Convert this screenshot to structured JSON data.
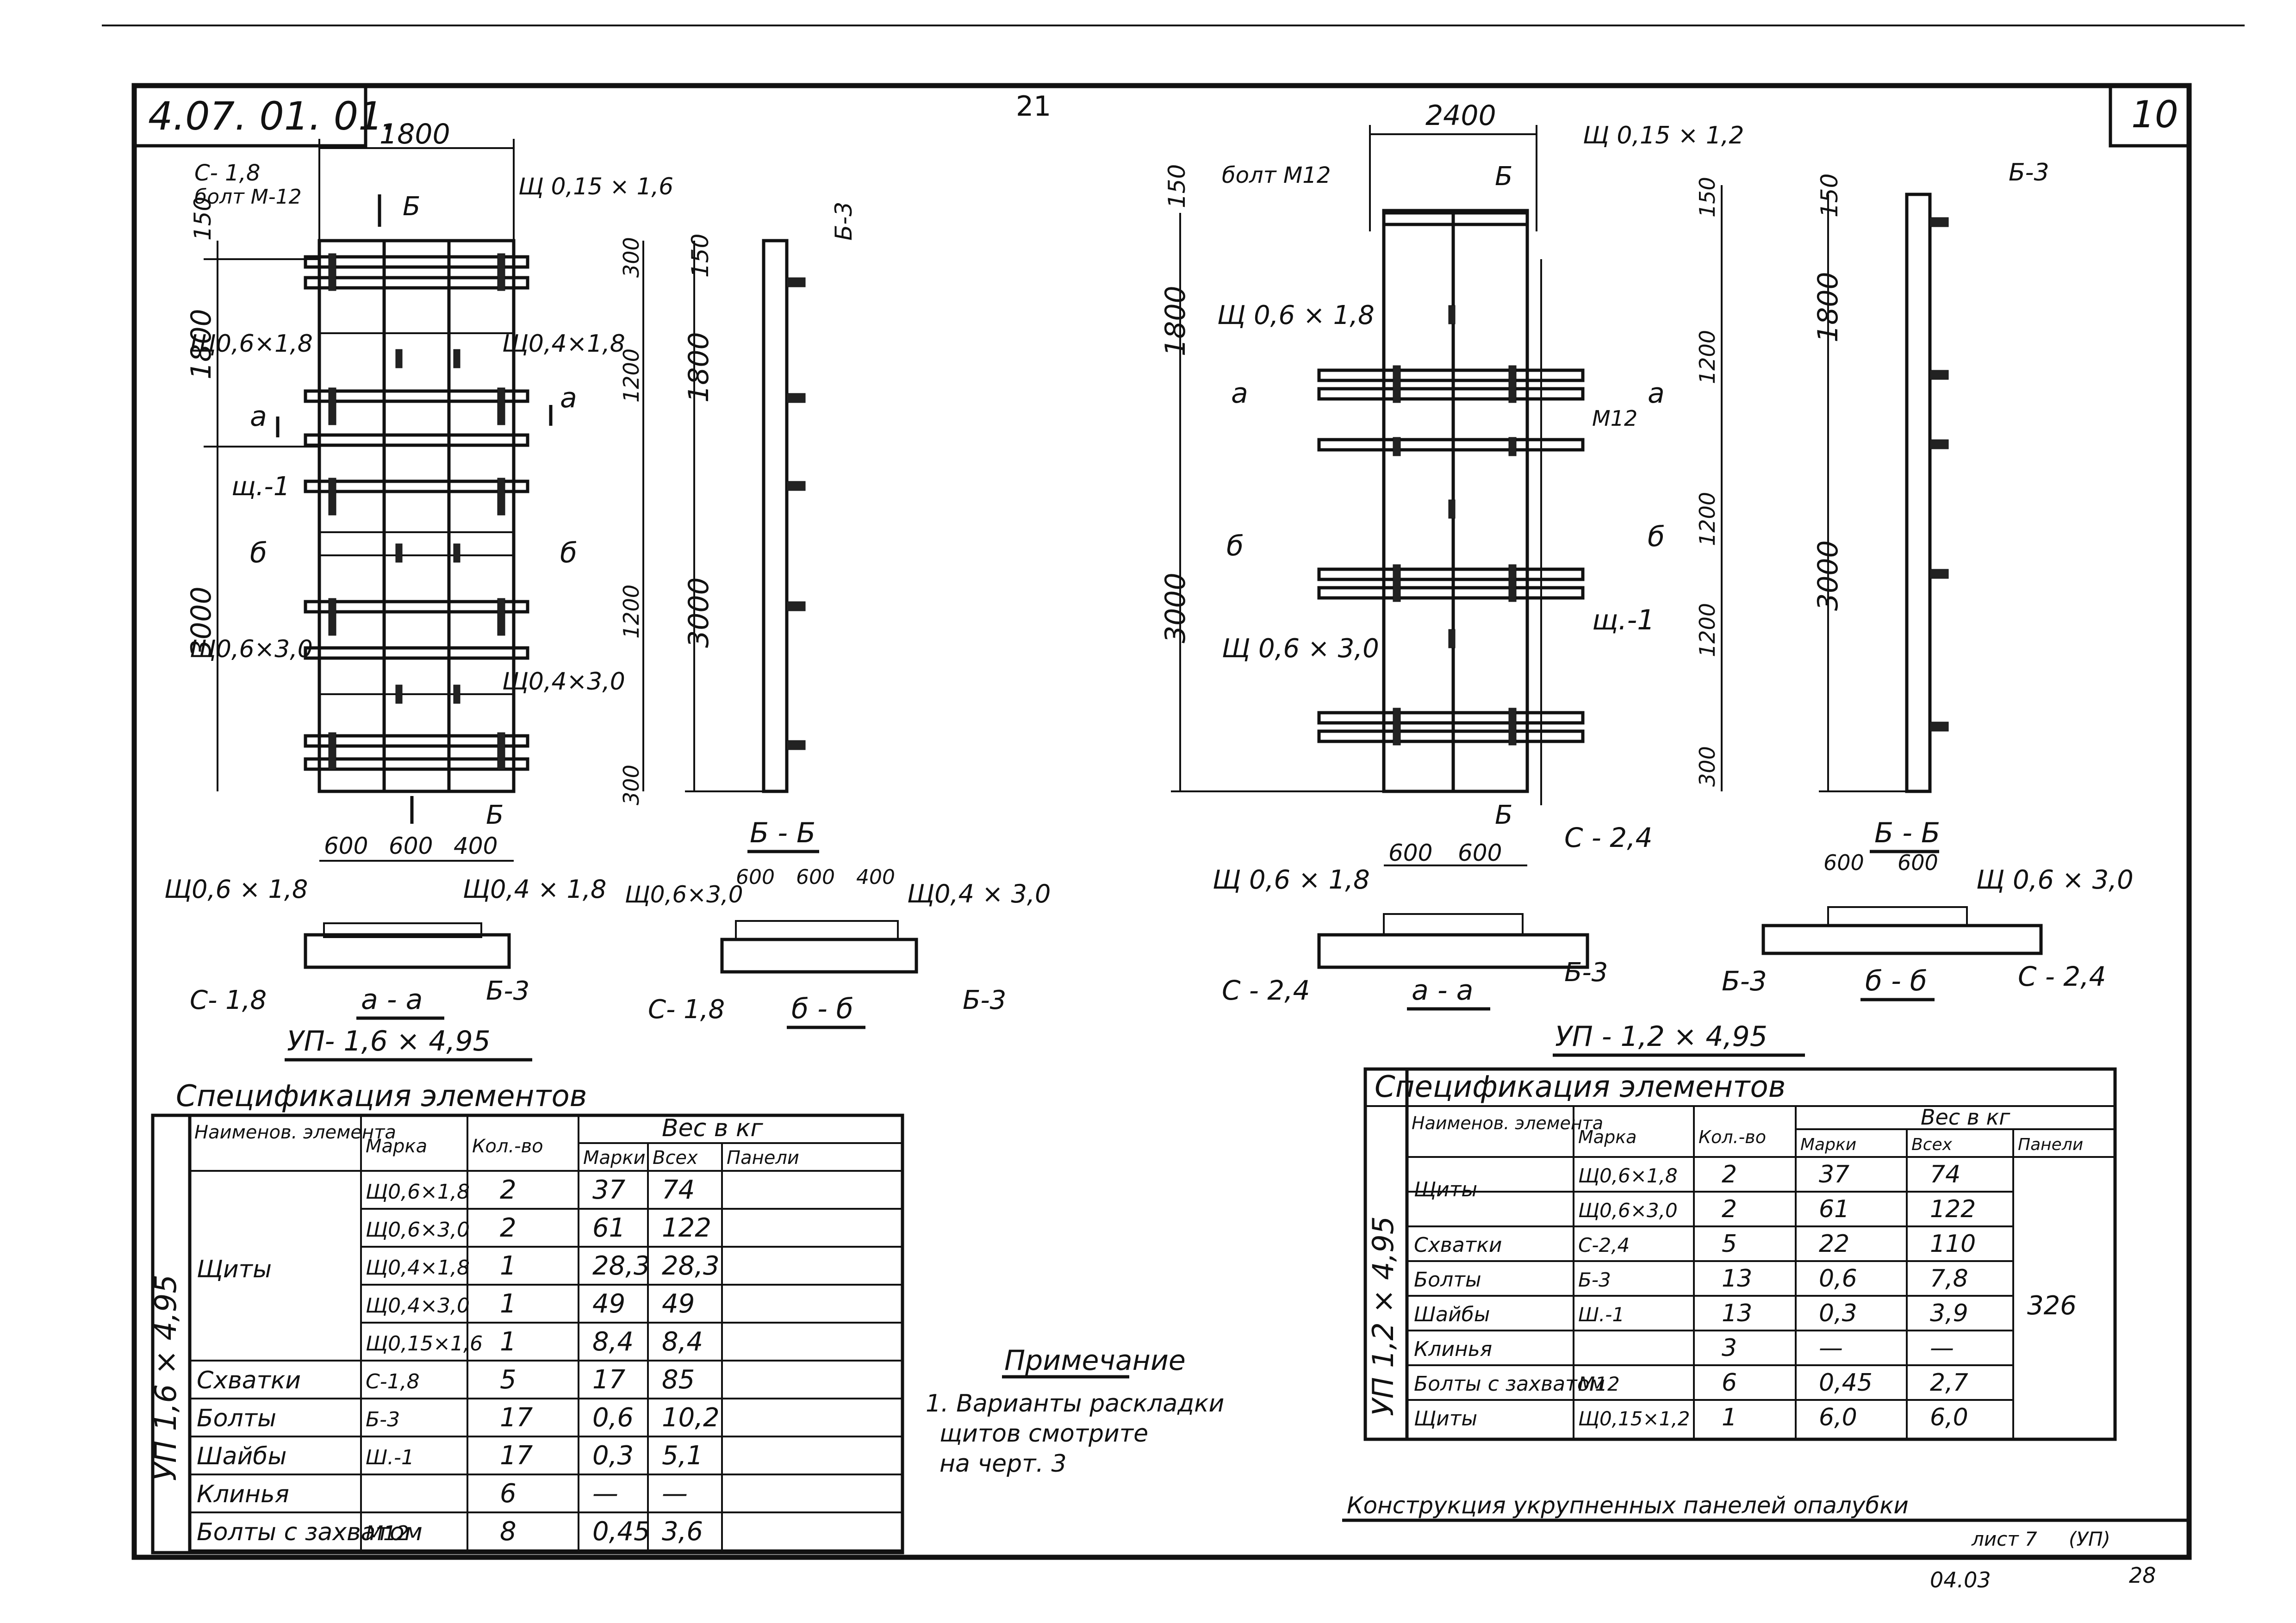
{
  "sheet": {
    "doc_code": "4.07. 01. 01.",
    "page_number": "21",
    "sheet_number": "10",
    "footer_title": "Конструкция укрупненных панелей опалубки",
    "footer_sheet": "лист 7",
    "footer_series": "(УП)",
    "footer_date": "04.03",
    "footer_corner": "28"
  },
  "left_panel": {
    "caption": "УП- 1,6 × 4,95",
    "dims": {
      "width_total": "1800",
      "height_top": "150",
      "height_mid": "1800",
      "height_bot": "3000",
      "pitch": "600",
      "end": "400",
      "side_300": "300",
      "side_1200": "1200",
      "side_300_b": "300"
    },
    "labels": {
      "s18_top": "С- 1,8",
      "bolt": "болт М-12",
      "shield_top": "Щ 0,15 × 1,6",
      "sh06x18": "Щ0,6×1,8",
      "sh04x18": "Щ0,4×1,8",
      "sh1": "щ.-1",
      "sh06x30": "Щ0,6×3,0",
      "sh04x30": "Щ0,4×3,0",
      "cut_a": "а",
      "cut_b": "б",
      "cut_B": "Б",
      "b3": "Б-3"
    }
  },
  "left_sections": {
    "aa_title": "а - а",
    "bb_title": "б - б",
    "side_title": "Б - Б",
    "aa_left": "Щ0,6 × 1,8",
    "aa_right": "Щ0,4 × 1,8",
    "aa_c": "С- 1,8",
    "aa_b": "Б-3",
    "bb_left": "Щ0,6×3,0",
    "bb_right": "Щ0,4 × 3,0",
    "bb_c": "С- 1,8",
    "bb_b": "Б-3",
    "bb_d1": "600",
    "bb_d2": "600",
    "bb_d3": "400",
    "aa_d1": "600",
    "aa_d2": "600",
    "aa_d3": "400"
  },
  "right_panel": {
    "caption": "УП - 1,2 × 4,95",
    "dims": {
      "width_total": "2400",
      "h150": "150",
      "h1800": "1800",
      "h3000": "3000",
      "h1200": "1200",
      "h300": "300",
      "pitch": "600"
    },
    "labels": {
      "bolt": "болт М12",
      "shield_top": "Щ 0,15 × 1,2",
      "sh06x18": "Щ 0,6 × 1,8",
      "sh06x30": "Щ 0,6 × 3,0",
      "sh1": "щ.-1",
      "m12": "М12",
      "b3": "Б-3",
      "c24": "С - 2,4",
      "cut_a": "а",
      "cut_b": "б",
      "cut_B": "Б"
    }
  },
  "right_sections": {
    "aa_title": "а - а",
    "bb_title": "б - б",
    "side_title": "Б - Б",
    "aa_left": "Щ 0,6 × 1,8",
    "aa_c": "С - 2,4",
    "aa_b": "Б-3",
    "bb_right": "Щ 0,6 × 3,0",
    "bb_b": "Б-3",
    "bb_c": "С - 2,4",
    "d1": "600",
    "d2": "600"
  },
  "left_table": {
    "title": "Спецификация элементов",
    "vertical_label": "УП 1,6 × 4,95",
    "headers": {
      "name": "Наименов. элемента",
      "mark": "Марка",
      "qty": "Кол.-во",
      "weight_group": "Вес в кг",
      "per_mark": "Марки",
      "total": "Всех",
      "panel": "Панели"
    },
    "rows": [
      {
        "name": "Щиты",
        "mark": "Щ0,6×1,8",
        "qty": "2",
        "w1": "37",
        "w2": "74",
        "panel": ""
      },
      {
        "name": "",
        "mark": "Щ0,6×3,0",
        "qty": "2",
        "w1": "61",
        "w2": "122",
        "panel": ""
      },
      {
        "name": "",
        "mark": "Щ0,4×1,8",
        "qty": "1",
        "w1": "28,3",
        "w2": "28,3",
        "panel": ""
      },
      {
        "name": "",
        "mark": "Щ0,4×3,0",
        "qty": "1",
        "w1": "49",
        "w2": "49",
        "panel": ""
      },
      {
        "name": "",
        "mark": "Щ0,15×1,6",
        "qty": "1",
        "w1": "8,4",
        "w2": "8,4",
        "panel": ""
      },
      {
        "name": "Схватки",
        "mark": "С-1,8",
        "qty": "5",
        "w1": "17",
        "w2": "85",
        "panel": ""
      },
      {
        "name": "Болты",
        "mark": "Б-3",
        "qty": "17",
        "w1": "0,6",
        "w2": "10,2",
        "panel": ""
      },
      {
        "name": "Шайбы",
        "mark": "Ш.-1",
        "qty": "17",
        "w1": "0,3",
        "w2": "5,1",
        "panel": ""
      },
      {
        "name": "Клинья",
        "mark": "",
        "qty": "6",
        "w1": "—",
        "w2": "—",
        "panel": ""
      },
      {
        "name": "Болты с захватом",
        "mark": "М12",
        "qty": "8",
        "w1": "0,45",
        "w2": "3,6",
        "panel": ""
      }
    ]
  },
  "right_table": {
    "title": "Спецификация элементов",
    "vertical_label": "УП 1,2 × 4,95",
    "headers": {
      "name": "Наименов. элемента",
      "mark": "Марка",
      "qty": "Кол.-во",
      "weight_group": "Вес в кг",
      "per_mark": "Марки",
      "total": "Всех",
      "panel": "Панели"
    },
    "panel_total": "326",
    "rows": [
      {
        "name": "Щиты",
        "mark": "Щ0,6×1,8",
        "qty": "2",
        "w1": "37",
        "w2": "74"
      },
      {
        "name": "",
        "mark": "Щ0,6×3,0",
        "qty": "2",
        "w1": "61",
        "w2": "122"
      },
      {
        "name": "Схватки",
        "mark": "С-2,4",
        "qty": "5",
        "w1": "22",
        "w2": "110"
      },
      {
        "name": "Болты",
        "mark": "Б-3",
        "qty": "13",
        "w1": "0,6",
        "w2": "7,8"
      },
      {
        "name": "Шайбы",
        "mark": "Ш.-1",
        "qty": "13",
        "w1": "0,3",
        "w2": "3,9"
      },
      {
        "name": "Клинья",
        "mark": "",
        "qty": "3",
        "w1": "—",
        "w2": "—"
      },
      {
        "name": "Болты с захватом",
        "mark": "М12",
        "qty": "6",
        "w1": "0,45",
        "w2": "2,7"
      },
      {
        "name": "Щиты",
        "mark": "Щ0,15×1,2",
        "qty": "1",
        "w1": "6,0",
        "w2": "6,0"
      }
    ]
  },
  "note": {
    "title": "Примечание",
    "text_1": "1. Варианты раскладки",
    "text_2": "щитов смотрите",
    "text_3": "на черт. 3"
  }
}
